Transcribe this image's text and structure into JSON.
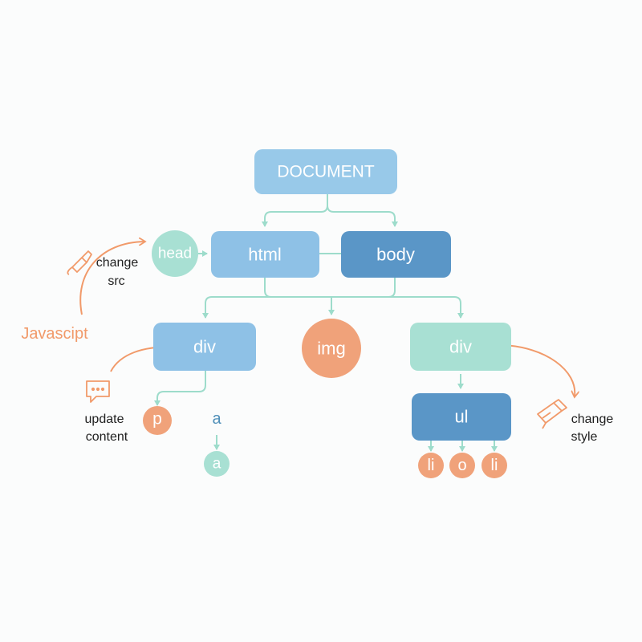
{
  "colors": {
    "light_blue": "#98c9e9",
    "mid_blue": "#8ec1e6",
    "dark_blue": "#5a96c7",
    "mint": "#a8e0d3",
    "orange": "#f0a27a",
    "connector": "#9ddccb",
    "annotation": "#f19a6a",
    "text_dark": "#1f1f1f"
  },
  "nodes": {
    "document": "DOCUMENT",
    "head": "head",
    "html": "html",
    "body": "body",
    "div_left": "div",
    "img": "img",
    "div_right": "div",
    "p": "p",
    "a_label": "a",
    "a_node": "a",
    "ul": "ul",
    "li_1": "li",
    "o": "o",
    "li_2": "li"
  },
  "annotations": {
    "javascript": "Javascipt",
    "change_src": [
      "change",
      "src"
    ],
    "update_content": [
      "update",
      "content"
    ],
    "change_style": [
      "change",
      "style"
    ]
  },
  "icons": {
    "change_src": "brush-icon",
    "update_content": "speech-bubble-icon",
    "change_style": "paint-roller-icon"
  }
}
